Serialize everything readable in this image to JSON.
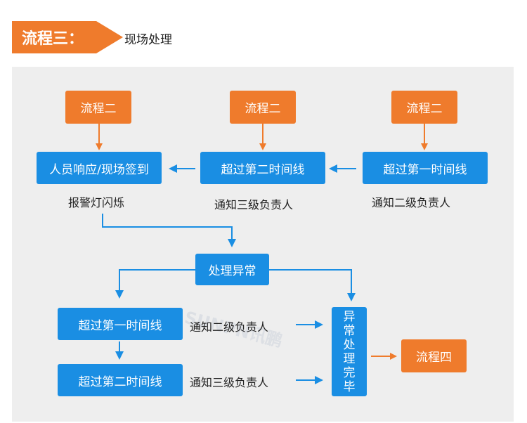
{
  "header": {
    "title": "流程三：",
    "subtitle": "现场处理",
    "accent": "#ef7b2c"
  },
  "diagram": {
    "top_sources": [
      "流程二",
      "流程二",
      "流程二"
    ],
    "row1": {
      "response": "人员响应/现场签到",
      "second_line": "超过第二时间线",
      "first_line": "超过第一时间线"
    },
    "row1_notes": {
      "response": "报警灯闪烁",
      "second_line": "通知三级负责人",
      "first_line": "通知二级负责人"
    },
    "handle": "处理异常",
    "lower": {
      "first_line": "超过第一时间线",
      "first_note": "通知二级负责人",
      "second_line": "超过第二时间线",
      "second_note": "通知三级负责人"
    },
    "done": [
      "异",
      "常",
      "处",
      "理",
      "完",
      "毕"
    ],
    "next": "流程四",
    "watermark": "SUNPN讯鹏",
    "colors": {
      "orange": "#ef7b2c",
      "blue": "#1a8ee3",
      "panel": "#eeeeee"
    }
  }
}
